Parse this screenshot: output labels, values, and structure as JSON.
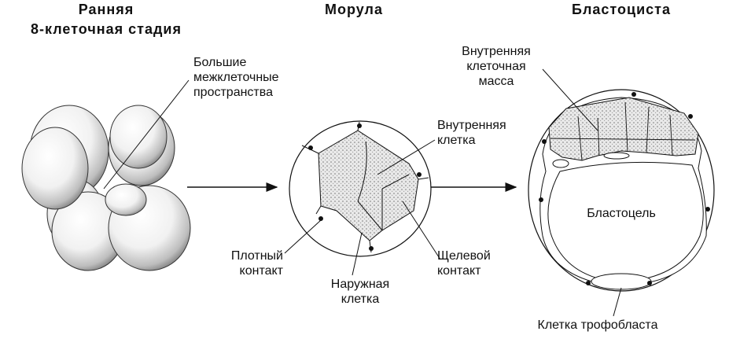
{
  "stages": {
    "early": {
      "title_line1": "Ранняя",
      "title_line2": "8-клеточная стадия"
    },
    "morula": {
      "title": "Морула"
    },
    "blastocyst": {
      "title": "Бластоциста"
    }
  },
  "labels": {
    "intercellular_spaces": [
      "Большие",
      "межклеточные",
      "пространства"
    ],
    "inner_cell": [
      "Внутренняя",
      "клетка"
    ],
    "tight_junction": [
      "Плотный",
      "контакт"
    ],
    "outer_cell": [
      "Наружная",
      "клетка"
    ],
    "gap_junction": [
      "Щелевой",
      "контакт"
    ],
    "inner_cell_mass": [
      "Внутренняя",
      "клеточная",
      "масса"
    ],
    "blastocoel": "Бластоцель",
    "trophoblast_cell": "Клетка трофобласта"
  },
  "colors": {
    "ink": "#111111",
    "stipple": "#9a9a9a",
    "stipple_fill": "#d6d6d6"
  }
}
